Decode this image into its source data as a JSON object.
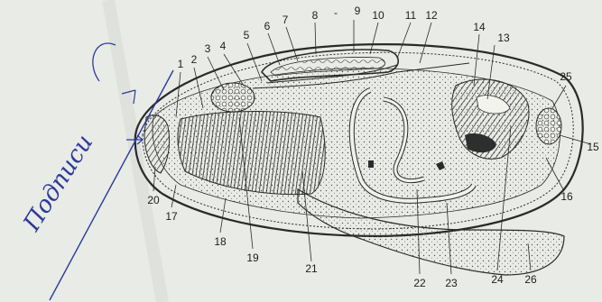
{
  "labels": [
    "1",
    "2",
    "3",
    "4",
    "5",
    "6",
    "7",
    "8",
    "9",
    "10",
    "11",
    "12",
    "13",
    "14",
    "15",
    "16",
    "17",
    "18",
    "19",
    "20",
    "21",
    "22",
    "23",
    "24",
    "25",
    "26"
  ],
  "dash_mark": "-",
  "handwriting": "Подписи",
  "colors": {
    "paper": "#e9ebe6",
    "ink": "#2a2a2a",
    "pen": "#2b3a9a",
    "shade": "#b9bcb6"
  }
}
